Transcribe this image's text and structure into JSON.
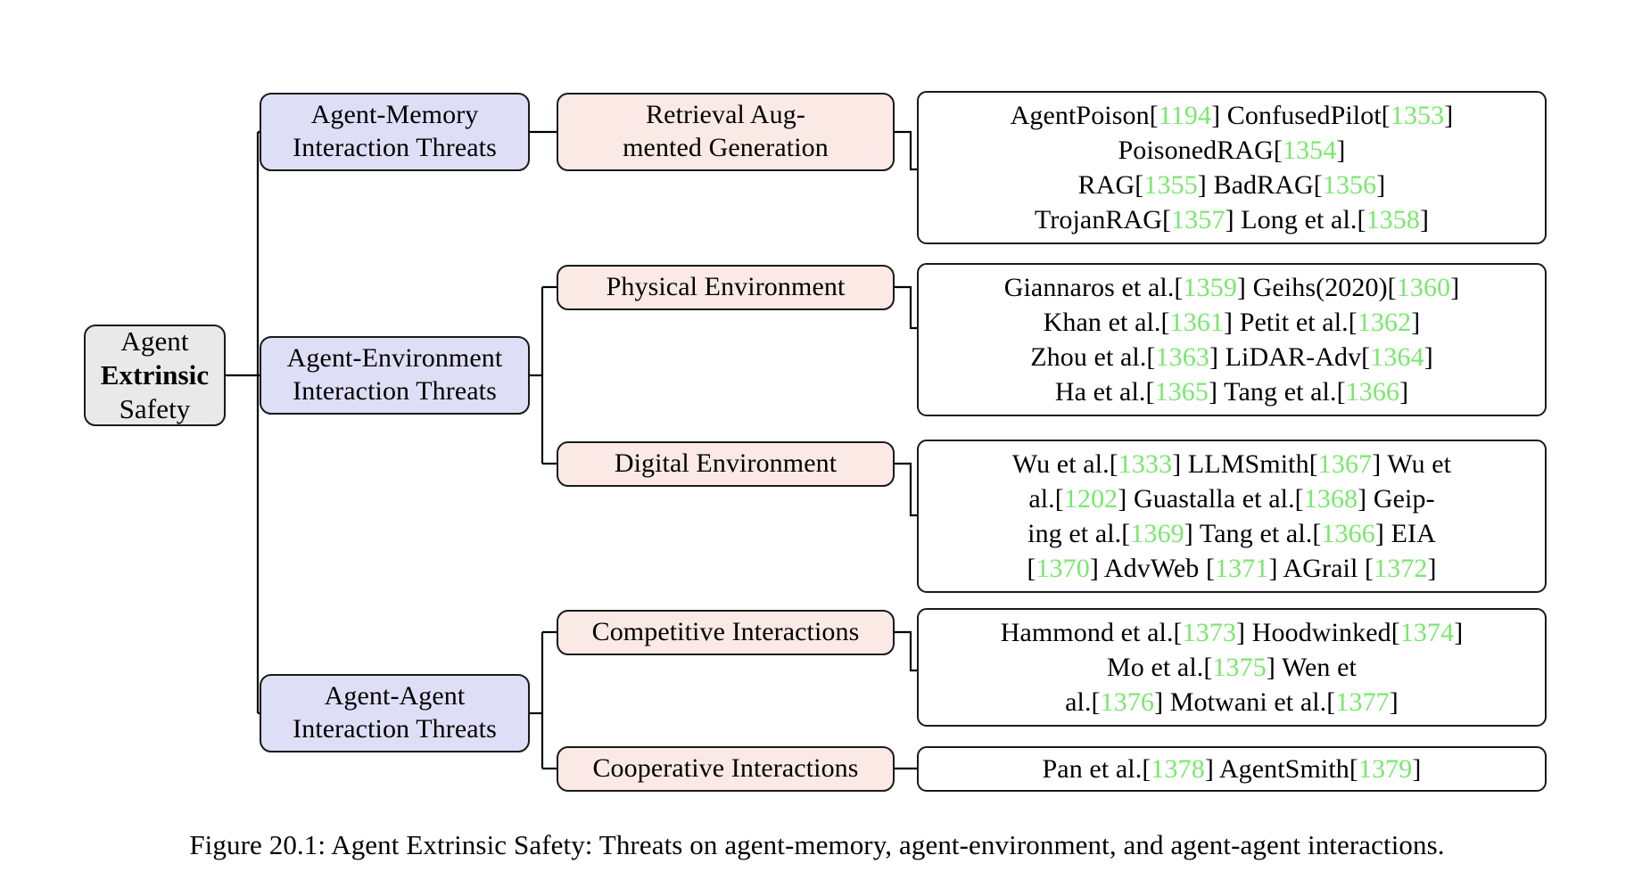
{
  "figure": {
    "caption": "Figure 20.1: Agent Extrinsic Safety: Threats on agent-memory, agent-environment, and agent-agent interactions.",
    "citation_color": "#79e86d",
    "root_fill": "#e9e9e9",
    "category_fill": "#dedef7",
    "subcategory_fill": "#fae9e5",
    "leaf_fill": "#ffffff"
  },
  "root": {
    "line1": "Agent",
    "line2": "Extrinsic",
    "line3": "Safety"
  },
  "categories": [
    {
      "id": "agent-memory",
      "line1": "Agent-Memory",
      "line2": "Interaction Threats"
    },
    {
      "id": "agent-environment",
      "line1": "Agent-Environment",
      "line2": "Interaction Threats"
    },
    {
      "id": "agent-agent",
      "line1": "Agent-Agent",
      "line2": "Interaction Threats"
    }
  ],
  "subcategories": [
    {
      "id": "rag",
      "line1": "Retrieval Aug-",
      "line2": "mented Generation",
      "two_line": true
    },
    {
      "id": "physical-environment",
      "line1": "Physical Environment",
      "two_line": false
    },
    {
      "id": "digital-environment",
      "line1": "Digital Environment",
      "two_line": false
    },
    {
      "id": "competitive-interactions",
      "line1": "Competitive Interactions",
      "two_line": false
    },
    {
      "id": "cooperative-interactions",
      "line1": "Cooperative Interactions",
      "two_line": false
    }
  ],
  "leaves": {
    "rag": {
      "lines": [
        [
          {
            "t": "AgentPoison["
          },
          {
            "t": "1194",
            "c": true
          },
          {
            "t": "] ConfusedPilot["
          },
          {
            "t": "1353",
            "c": true
          },
          {
            "t": "]"
          }
        ],
        [
          {
            "t": "PoisonedRAG["
          },
          {
            "t": "1354",
            "c": true
          },
          {
            "t": "]"
          }
        ],
        [
          {
            "t": "RAG["
          },
          {
            "t": "1355",
            "c": true
          },
          {
            "t": "] BadRAG["
          },
          {
            "t": "1356",
            "c": true
          },
          {
            "t": "]"
          }
        ],
        [
          {
            "t": "TrojanRAG["
          },
          {
            "t": "1357",
            "c": true
          },
          {
            "t": "] Long et al.["
          },
          {
            "t": "1358",
            "c": true
          },
          {
            "t": "]"
          }
        ]
      ]
    },
    "physical-environment": {
      "lines": [
        [
          {
            "t": "Giannaros et al.["
          },
          {
            "t": "1359",
            "c": true
          },
          {
            "t": "] Geihs(2020)["
          },
          {
            "t": "1360",
            "c": true
          },
          {
            "t": "]"
          }
        ],
        [
          {
            "t": "Khan et al.["
          },
          {
            "t": "1361",
            "c": true
          },
          {
            "t": "] Petit et al.["
          },
          {
            "t": "1362",
            "c": true
          },
          {
            "t": "]"
          }
        ],
        [
          {
            "t": "Zhou et al.["
          },
          {
            "t": "1363",
            "c": true
          },
          {
            "t": "] LiDAR-Adv["
          },
          {
            "t": "1364",
            "c": true
          },
          {
            "t": "]"
          }
        ],
        [
          {
            "t": "Ha et al.["
          },
          {
            "t": "1365",
            "c": true
          },
          {
            "t": "] Tang et al.["
          },
          {
            "t": "1366",
            "c": true
          },
          {
            "t": "]"
          }
        ]
      ]
    },
    "digital-environment": {
      "lines": [
        [
          {
            "t": "Wu et al.["
          },
          {
            "t": "1333",
            "c": true
          },
          {
            "t": "] LLMSmith["
          },
          {
            "t": "1367",
            "c": true
          },
          {
            "t": "] Wu et"
          }
        ],
        [
          {
            "t": "al.["
          },
          {
            "t": "1202",
            "c": true
          },
          {
            "t": "] Guastalla et al.["
          },
          {
            "t": "1368",
            "c": true
          },
          {
            "t": "] Geip-"
          }
        ],
        [
          {
            "t": "ing et al.["
          },
          {
            "t": "1369",
            "c": true
          },
          {
            "t": "] Tang et al.["
          },
          {
            "t": "1366",
            "c": true
          },
          {
            "t": "] EIA"
          }
        ],
        [
          {
            "t": "["
          },
          {
            "t": "1370",
            "c": true
          },
          {
            "t": "] AdvWeb ["
          },
          {
            "t": "1371",
            "c": true
          },
          {
            "t": "] AGrail ["
          },
          {
            "t": "1372",
            "c": true
          },
          {
            "t": "]"
          }
        ]
      ]
    },
    "competitive-interactions": {
      "lines": [
        [
          {
            "t": "Hammond et al.["
          },
          {
            "t": "1373",
            "c": true
          },
          {
            "t": "] Hoodwinked["
          },
          {
            "t": "1374",
            "c": true
          },
          {
            "t": "]"
          }
        ],
        [
          {
            "t": "Mo et al.["
          },
          {
            "t": "1375",
            "c": true
          },
          {
            "t": "] Wen et"
          }
        ],
        [
          {
            "t": "al.["
          },
          {
            "t": "1376",
            "c": true
          },
          {
            "t": "] Motwani et al.["
          },
          {
            "t": "1377",
            "c": true
          },
          {
            "t": "]"
          }
        ]
      ]
    },
    "cooperative-interactions": {
      "lines": [
        [
          {
            "t": "Pan et al.["
          },
          {
            "t": "1378",
            "c": true
          },
          {
            "t": "] AgentSmith["
          },
          {
            "t": "1379",
            "c": true
          },
          {
            "t": "]"
          }
        ]
      ]
    }
  }
}
